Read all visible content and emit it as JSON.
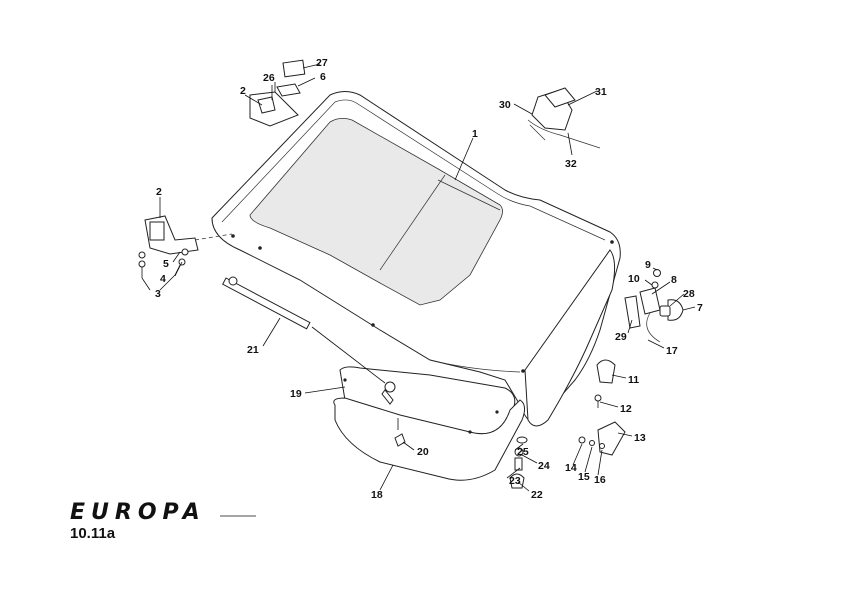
{
  "brand": "EUROPA",
  "reference": "10.11a",
  "callouts": [
    "1",
    "2",
    "2",
    "3",
    "4",
    "5",
    "6",
    "7",
    "8",
    "9",
    "10",
    "11",
    "12",
    "13",
    "14",
    "15",
    "16",
    "17",
    "18",
    "19",
    "20",
    "21",
    "22",
    "23",
    "24",
    "25",
    "26",
    "27",
    "28",
    "29",
    "30",
    "31",
    "32"
  ]
}
